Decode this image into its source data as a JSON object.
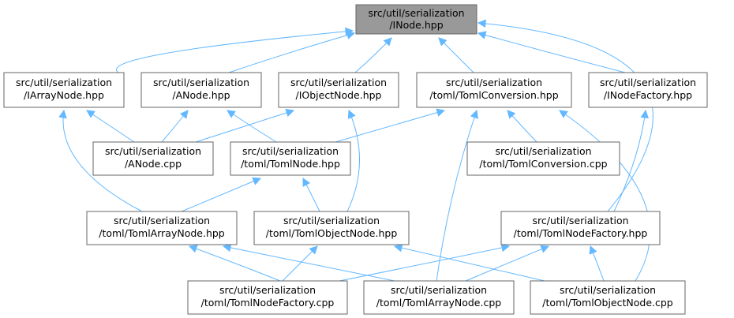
{
  "nodes": {
    "inode_hpp": {
      "line1": "src/util/serialization",
      "line2": "/INode.hpp",
      "root": true
    },
    "iarraynode_hpp": {
      "line1": "src/util/serialization",
      "line2": "/IArrayNode.hpp"
    },
    "anode_hpp": {
      "line1": "src/util/serialization",
      "line2": "/ANode.hpp"
    },
    "iobjectnode_hpp": {
      "line1": "src/util/serialization",
      "line2": "/IObjectNode.hpp"
    },
    "tomlconversion_hpp": {
      "line1": "src/util/serialization",
      "line2": "/toml/TomlConversion.hpp"
    },
    "inodefactory_hpp": {
      "line1": "src/util/serialization",
      "line2": "/INodeFactory.hpp"
    },
    "anode_cpp": {
      "line1": "src/util/serialization",
      "line2": "/ANode.cpp"
    },
    "tomlnode_hpp": {
      "line1": "src/util/serialization",
      "line2": "/toml/TomlNode.hpp"
    },
    "tomlconversion_cpp": {
      "line1": "src/util/serialization",
      "line2": "/toml/TomlConversion.cpp"
    },
    "tomlarraynode_hpp": {
      "line1": "src/util/serialization",
      "line2": "/toml/TomlArrayNode.hpp"
    },
    "tomlobjectnode_hpp": {
      "line1": "src/util/serialization",
      "line2": "/toml/TomlObjectNode.hpp"
    },
    "tomlnodefactory_hpp": {
      "line1": "src/util/serialization",
      "line2": "/toml/TomlNodeFactory.hpp"
    },
    "tomlnodefactory_cpp": {
      "line1": "src/util/serialization",
      "line2": "/toml/TomlNodeFactory.cpp"
    },
    "tomlarraynode_cpp": {
      "line1": "src/util/serialization",
      "line2": "/toml/TomlArrayNode.cpp"
    },
    "tomlobjectnode_cpp": {
      "line1": "src/util/serialization",
      "line2": "/toml/TomlObjectNode.cpp"
    }
  },
  "edges": [
    {
      "from": "iarraynode_hpp",
      "to": "inode_hpp"
    },
    {
      "from": "anode_hpp",
      "to": "inode_hpp"
    },
    {
      "from": "iobjectnode_hpp",
      "to": "inode_hpp"
    },
    {
      "from": "tomlconversion_hpp",
      "to": "inode_hpp"
    },
    {
      "from": "inodefactory_hpp",
      "to": "inode_hpp"
    },
    {
      "from": "tomlnodefactory_hpp",
      "to": "inode_hpp"
    },
    {
      "from": "anode_cpp",
      "to": "iarraynode_hpp"
    },
    {
      "from": "tomlarraynode_hpp",
      "to": "iarraynode_hpp"
    },
    {
      "from": "anode_cpp",
      "to": "anode_hpp"
    },
    {
      "from": "tomlnode_hpp",
      "to": "anode_hpp"
    },
    {
      "from": "anode_cpp",
      "to": "iobjectnode_hpp"
    },
    {
      "from": "tomlobjectnode_hpp",
      "to": "iobjectnode_hpp"
    },
    {
      "from": "tomlnode_hpp",
      "to": "tomlconversion_hpp"
    },
    {
      "from": "tomlconversion_cpp",
      "to": "tomlconversion_hpp"
    },
    {
      "from": "tomlarraynode_cpp",
      "to": "tomlconversion_hpp"
    },
    {
      "from": "tomlobjectnode_cpp",
      "to": "tomlconversion_hpp"
    },
    {
      "from": "tomlnodefactory_hpp",
      "to": "inodefactory_hpp"
    },
    {
      "from": "tomlarraynode_hpp",
      "to": "tomlnode_hpp"
    },
    {
      "from": "tomlobjectnode_hpp",
      "to": "tomlnode_hpp"
    },
    {
      "from": "tomlnodefactory_cpp",
      "to": "tomlarraynode_hpp"
    },
    {
      "from": "tomlarraynode_cpp",
      "to": "tomlarraynode_hpp"
    },
    {
      "from": "tomlnodefactory_cpp",
      "to": "tomlobjectnode_hpp"
    },
    {
      "from": "tomlobjectnode_cpp",
      "to": "tomlobjectnode_hpp"
    },
    {
      "from": "tomlnodefactory_cpp",
      "to": "tomlnodefactory_hpp"
    },
    {
      "from": "tomlarraynode_cpp",
      "to": "tomlnodefactory_hpp"
    },
    {
      "from": "tomlobjectnode_cpp",
      "to": "tomlnodefactory_hpp"
    }
  ],
  "colors": {
    "edge": "#63b8ff",
    "root_fill": "#999999",
    "border": "#666666"
  }
}
